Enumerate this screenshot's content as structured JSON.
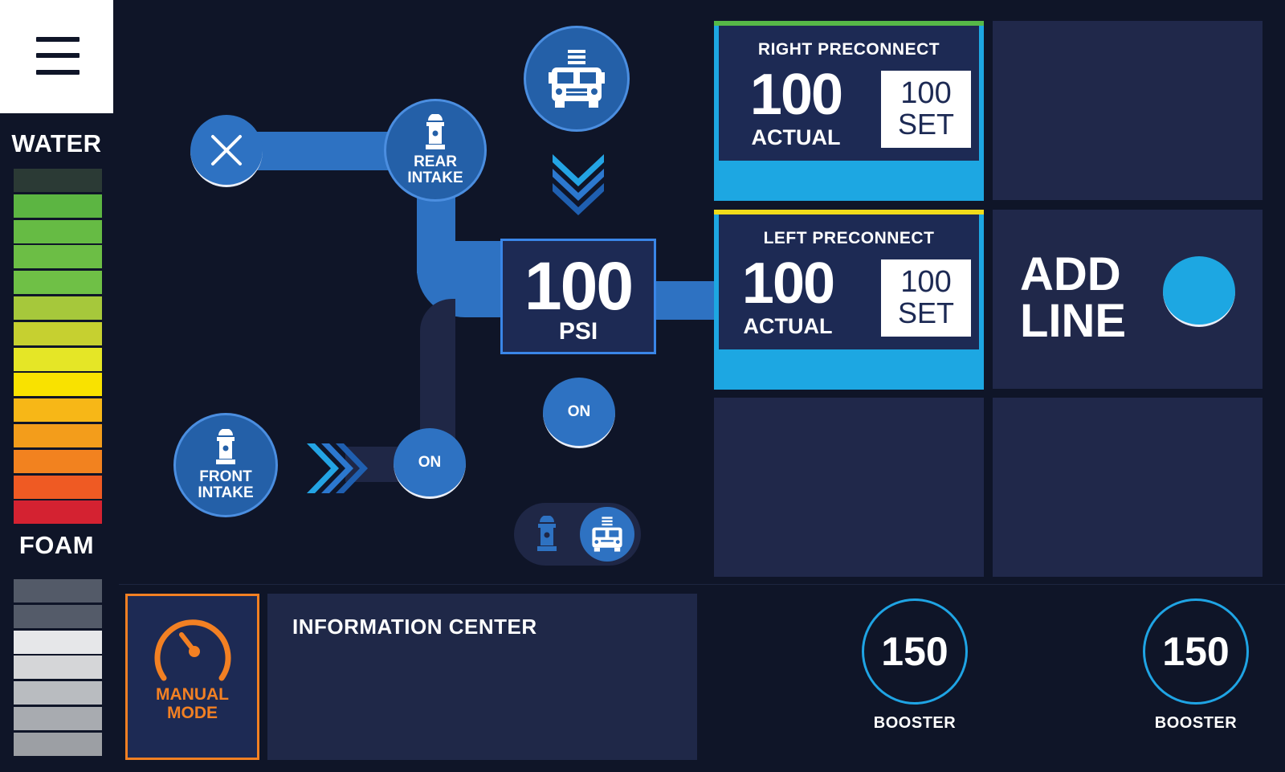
{
  "sidebar": {
    "water_title": "WATER",
    "foam_title": "FOAM",
    "water_segments": [
      "#2b3a35",
      "#5cb542",
      "#66bb44",
      "#6cbe45",
      "#6fc046",
      "#a6c83b",
      "#c6d030",
      "#e5e626",
      "#f9e200",
      "#f7b717",
      "#f39d1b",
      "#f2821f",
      "#ef5a23",
      "#d42231"
    ],
    "foam_segments": [
      "#535a68",
      "#545b69",
      "#e6e7e9",
      "#d5d6d8",
      "#b9bcc0",
      "#a8abb0",
      "#9c9fa4"
    ]
  },
  "intake": {
    "rear_line1": "REAR",
    "rear_line2": "INTAKE",
    "front_line1": "FRONT",
    "front_line2": "INTAKE",
    "front_toggle": "ON",
    "center_toggle": "ON"
  },
  "pressure": {
    "value": "100",
    "unit": "PSI"
  },
  "right_preconnect": {
    "title": "RIGHT PRECONNECT",
    "actual": "100",
    "actual_label": "ACTUAL",
    "set": "100",
    "set_label": "SET",
    "accent": "#56b947"
  },
  "left_preconnect": {
    "title": "LEFT PRECONNECT",
    "actual": "100",
    "actual_label": "ACTUAL",
    "set": "100",
    "set_label": "SET",
    "accent": "#f1dc1a"
  },
  "add_line": {
    "line1": "ADD",
    "line2": "LINE"
  },
  "bottom": {
    "manual_line1": "MANUAL",
    "manual_line2": "MODE",
    "info_title": "INFORMATION CENTER",
    "boosters": [
      {
        "value": "150",
        "label": "BOOSTER"
      },
      {
        "value": "150",
        "label": "BOOSTER"
      }
    ]
  },
  "icons": [
    "menu-icon",
    "close-icon",
    "hydrant-icon",
    "fire-truck-icon",
    "chevron-down-icon",
    "chevron-right-icon",
    "speedometer-icon"
  ],
  "colors": {
    "background": "#0f1528",
    "pipe": "#2e72c2",
    "panel": "#1d2a54",
    "cyan": "#1da7e2",
    "manual_orange": "#f28023"
  }
}
